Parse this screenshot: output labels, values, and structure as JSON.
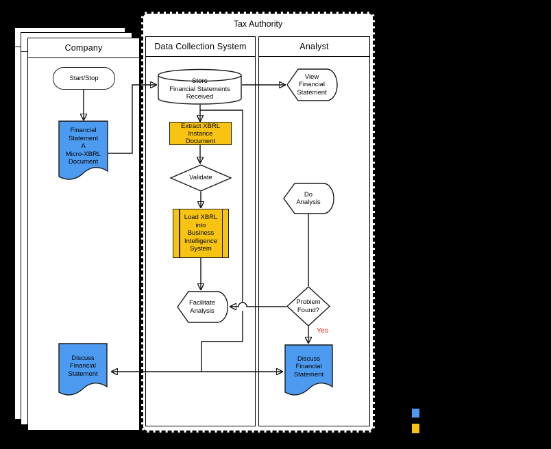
{
  "colors": {
    "bg": "#000000",
    "blue": "#4D9BF0",
    "yellow": "#F8C414",
    "red": "#E8251D"
  },
  "header": {
    "tax_authority": "Tax Authority"
  },
  "lanes": {
    "company": "Company",
    "data_collection_system": "Data Collection System",
    "analyst": "Analyst"
  },
  "nodes": {
    "start_stop": "Start/Stop",
    "financial_statement": "Financial\nStatement\nA\nMicro-XBRL\nDocument",
    "store": "Store\nFinancial Statements\nReceived",
    "extract": "Extract XBRL\nInstance\nDocument",
    "validate": "Validate",
    "load": "Load XBRL\ninto\nBusiness\nIntelligence\nSystem",
    "facilitate": "Facilitate\nAnalysis",
    "view": "View\nFinancial\nStatement",
    "do_analysis": "Do\nAnalysis",
    "problem_found": "Problem\nFound?",
    "yes": "Yes",
    "discuss_company": "Discuss\nFinancial\nStatement",
    "discuss_analyst": "Discuss\nFinancial\nStatement"
  },
  "legend": {
    "blue_swatch": "#4D9BF0",
    "yellow_swatch": "#F8C414"
  }
}
